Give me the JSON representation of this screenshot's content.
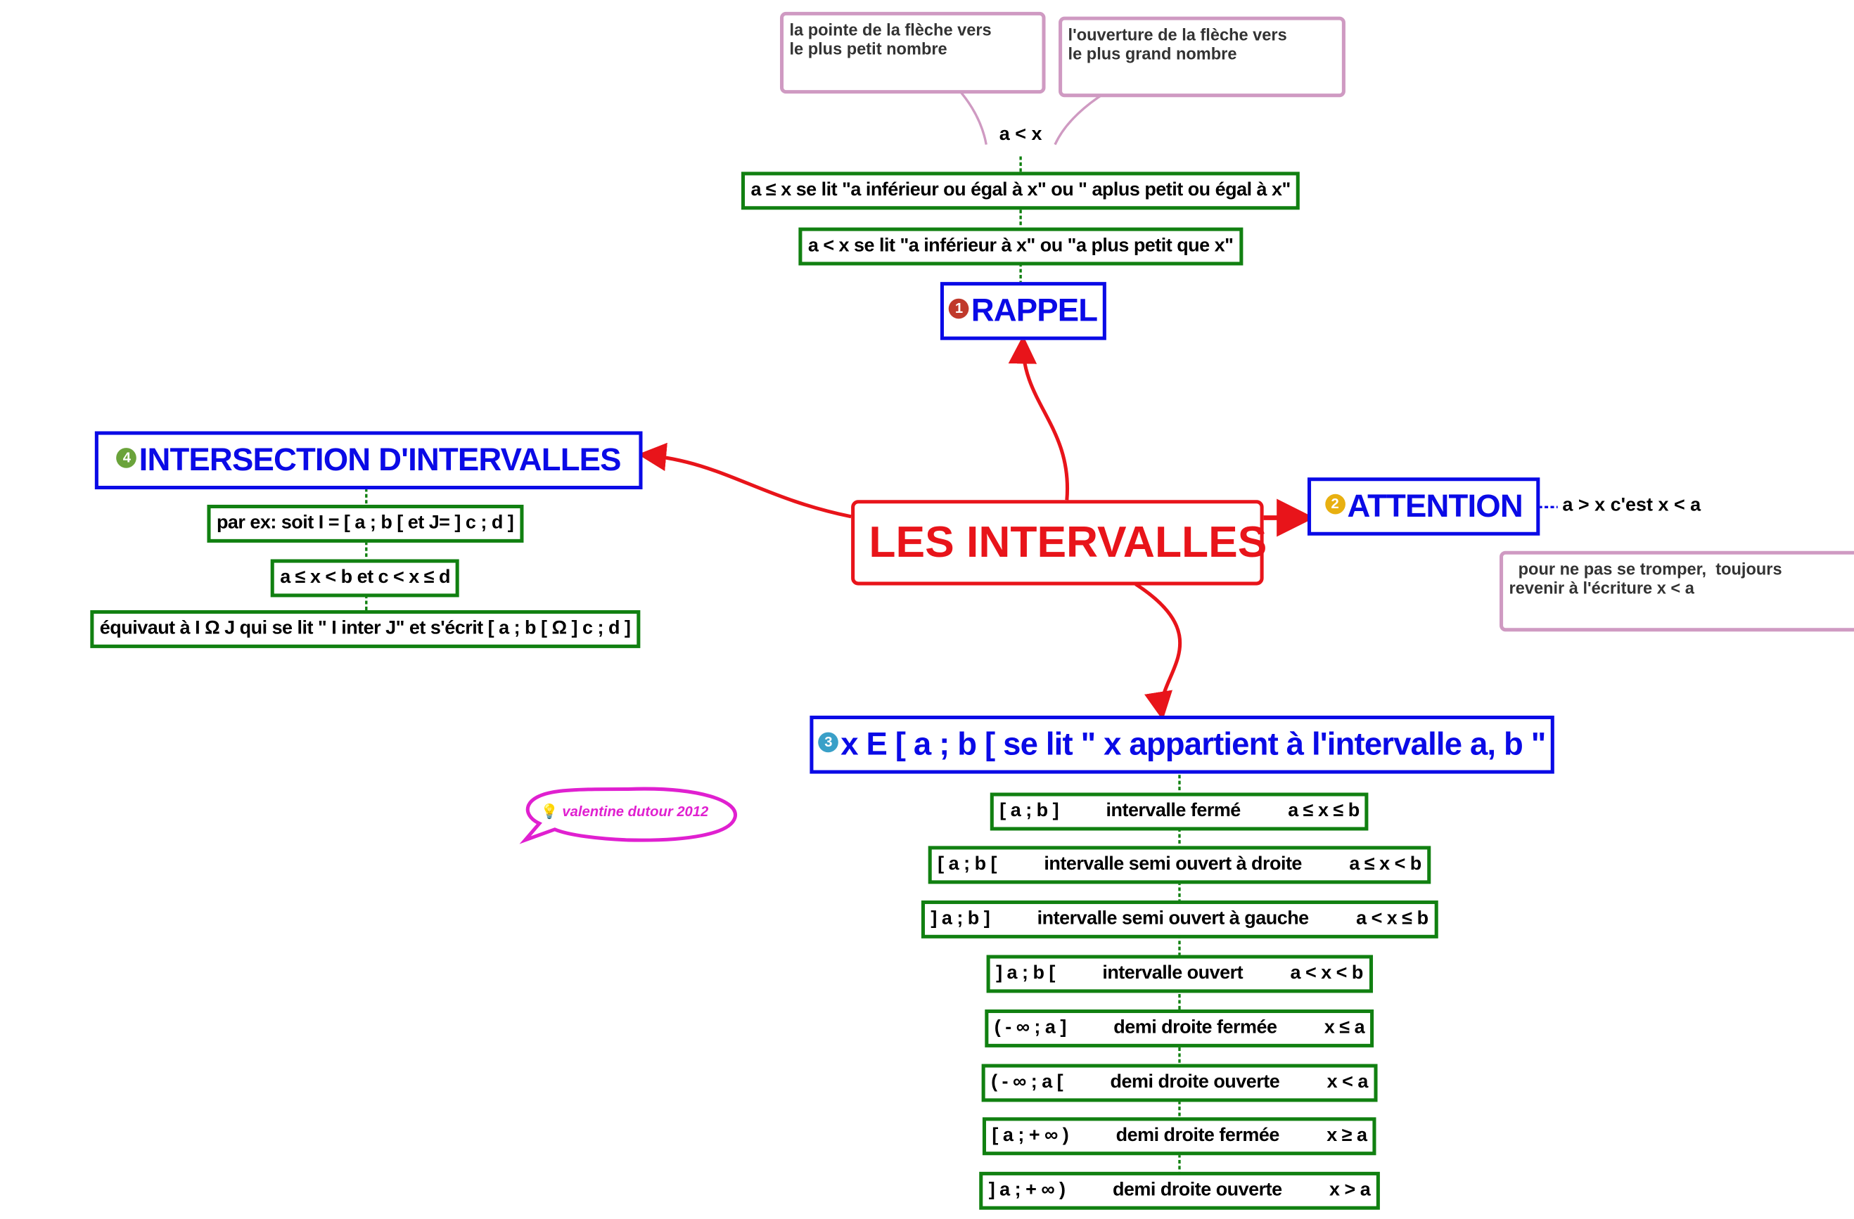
{
  "central": {
    "label": "LES INTERVALLES"
  },
  "colors": {
    "central": "#e8141a",
    "topic": "#0a0ae6",
    "subtopic": "#118011",
    "note": "#cf9ac2",
    "signature": "#e020d0"
  },
  "rappel": {
    "number": "1",
    "label": "RAPPEL",
    "items": [
      "a < x    se lit \"a inférieur à x\" ou \"a plus petit que x\"",
      "a ≤ x  se lit \"a inférieur ou égal à x\" ou \" aplus petit ou égal à x\""
    ],
    "top_label": "a < x",
    "notes": [
      "la pointe de la flèche vers\nle plus petit nombre",
      "l'ouverture de la flèche vers\nle plus grand nombre"
    ]
  },
  "attention": {
    "number": "2",
    "label": "ATTENTION",
    "item": "a > x   c'est x < a",
    "note": "  pour ne pas se tromper,  toujours\nrevenir à l'écriture x < a"
  },
  "appartient": {
    "number": "3",
    "label": "x E [ a ; b [  se lit \" x appartient à l'intervalle a, b \"",
    "items": [
      {
        "notation": "[ a ; b ]",
        "name": "intervalle fermé",
        "ineq": "a ≤ x ≤ b"
      },
      {
        "notation": "[ a ; b [",
        "name": "intervalle semi ouvert à droite",
        "ineq": "a ≤ x < b"
      },
      {
        "notation": "] a ; b ]",
        "name": "intervalle semi ouvert à gauche",
        "ineq": "a < x ≤ b"
      },
      {
        "notation": "] a ; b [",
        "name": "intervalle ouvert",
        "ineq": "a < x < b"
      },
      {
        "notation": "( - ∞ ; a ]",
        "name": "demi droite fermée",
        "ineq": "x ≤ a"
      },
      {
        "notation": "( - ∞ ; a [",
        "name": "demi droite ouverte",
        "ineq": "x < a"
      },
      {
        "notation": "[ a ; + ∞ )",
        "name": "demi droite fermée",
        "ineq": "x ≥ a"
      },
      {
        "notation": "] a ; + ∞ )",
        "name": "demi droite ouverte",
        "ineq": "x > a"
      }
    ]
  },
  "intersection": {
    "number": "4",
    "label": "INTERSECTION D'INTERVALLES",
    "items": [
      "par ex:   soit I = [ a ; b [  et   J= ] c ; d ]",
      "a ≤ x < b  et  c < x ≤ d",
      "équivaut à  I Ω J qui se lit \" I inter J\"  et s'écrit   [ a ; b [ Ω ] c ; d ]"
    ]
  },
  "signature": {
    "icon": "lightbulb-icon",
    "text": "valentine dutour 2012"
  }
}
